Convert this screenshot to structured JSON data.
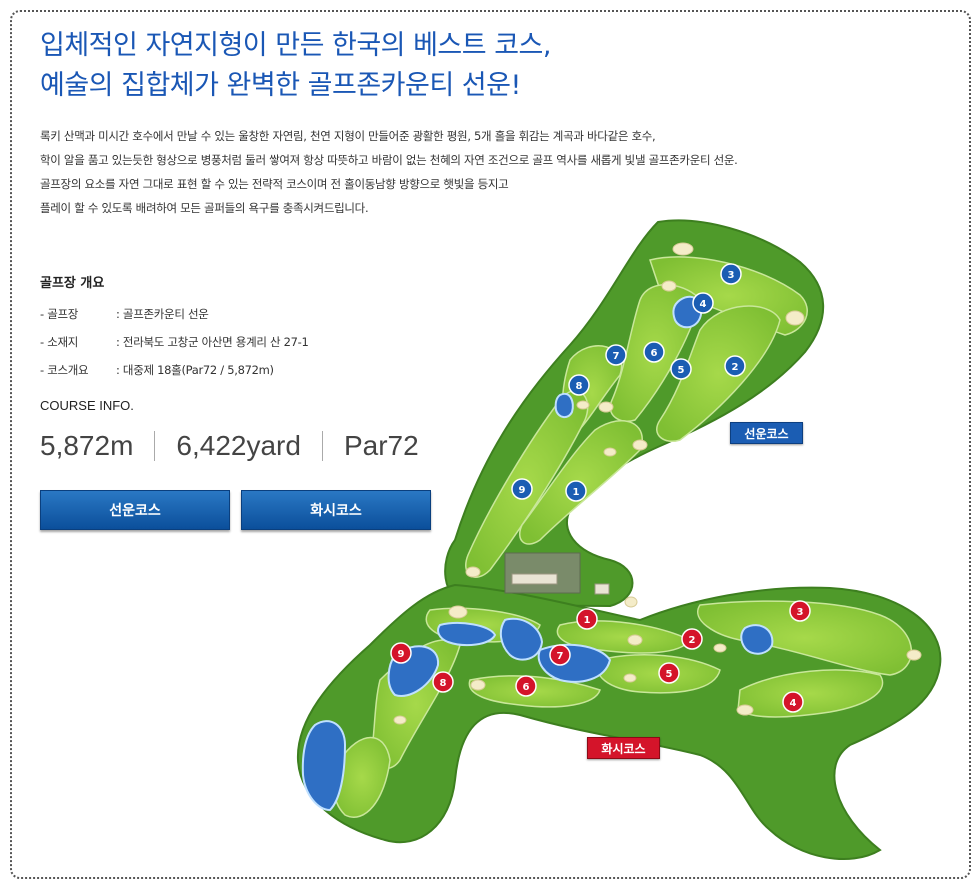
{
  "headline": {
    "line1": "입체적인 자연지형이 만든 한국의 베스트 코스,",
    "line2": "예술의 집합체가 완벽한 골프존카운티 선운!"
  },
  "intro": [
    "록키 산맥과 미시간 호수에서 만날 수 있는 울창한 자연림, 천연 지형이 만들어준 광활한 평원, 5개 홀을 휘감는 계곡과 바다같은 호수,",
    "학이 알을 품고 있는듯한 형상으로 병풍처럼 둘러 쌓여져 항상 따뜻하고 바람이 없는 천혜의 자연 조건으로 골프 역사를 새롭게 빛낼 골프존카운티 선운.",
    "골프장의 요소를 자연 그대로 표현 할 수 있는 전략적 코스이며 전 홀이동남향 방향으로 햇빛을 등지고",
    "플레이 할 수 있도록 배려하여 모든 골퍼들의 욕구를 충족시켜드립니다."
  ],
  "overview": {
    "title": "골프장 개요",
    "rows": [
      {
        "label": "- 골프장",
        "value": ": 골프존카운티 선운"
      },
      {
        "label": "- 소재지",
        "value": ": 전라북도 고창군 아산면 용계리 산 27-1"
      },
      {
        "label": "- 코스개요",
        "value": ": 대중제 18홀(Par72 / 5,872m)"
      }
    ]
  },
  "course_info": {
    "title": "COURSE INFO.",
    "meters": "5,872m",
    "yards": "6,422yard",
    "par": "Par72"
  },
  "buttons": {
    "sunwoon": "선운코스",
    "hwasi": "화시코스"
  },
  "map": {
    "label_sunwoon": "선운코스",
    "label_hwasi": "화시코스",
    "colors": {
      "sunwoon_marker": "#1b5db3",
      "hwasi_marker": "#d4142a",
      "fairway": "#8dc63f",
      "rough": "#4f9a2a",
      "water": "#2f6fc4"
    },
    "sunwoon_holes": [
      "1",
      "2",
      "3",
      "4",
      "5",
      "6",
      "7",
      "8",
      "9"
    ],
    "hwasi_holes": [
      "1",
      "2",
      "3",
      "4",
      "5",
      "6",
      "7",
      "8",
      "9"
    ]
  }
}
